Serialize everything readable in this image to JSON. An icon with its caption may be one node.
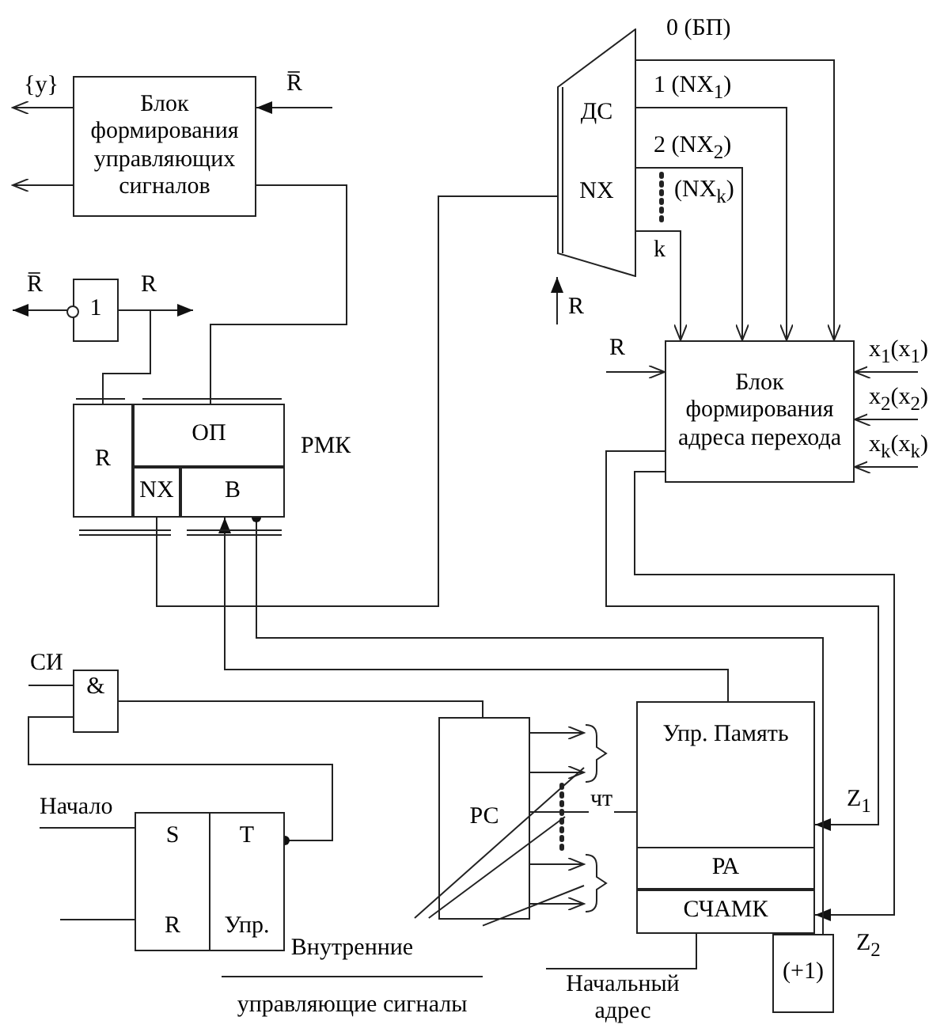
{
  "diagram": {
    "nodes": [
      {
        "text": [
          "Блок формирования управляющих сигналов"
        ]
      },
      {
        "text": [
          "ДС",
          "NX"
        ]
      },
      {
        "text": [
          "1"
        ]
      },
      {
        "text": [
          "Блок формирования адреса перехода"
        ]
      },
      {
        "text": [],
        "shape": "box",
        "beside": [
          "РМК"
        ]
      },
      {
        "text": [
          "R"
        ],
        "in": 4
      },
      {
        "text": [
          "ОП"
        ],
        "in": 4
      },
      {
        "text": [
          "NX"
        ],
        "in": 4
      },
      {
        "text": [
          "B"
        ],
        "in": 4
      },
      {
        "text": [
          "&"
        ]
      },
      {
        "text": [
          "РС"
        ]
      },
      {
        "text": [
          "Упр. Память"
        ]
      },
      {
        "text": [
          "РА"
        ],
        "in": 11
      },
      {
        "text": [
          "СЧАМК"
        ],
        "in": 11
      },
      {
        "text": [],
        "shape": "box"
      },
      {
        "text": [
          "S",
          "R"
        ],
        "in": 14
      },
      {
        "text": [
          "T",
          "Упр."
        ],
        "in": 14
      },
      {
        "text": [
          "(+1)"
        ]
      },
      {
        "text": [
          "Внутренние управляющие сигналы"
        ]
      },
      {
        "text": [],
        "shape": "brace"
      },
      {
        "text": [],
        "shape": "brace"
      }
    ],
    "edges": [
      {
        "from": 0,
        "to": null,
        "arrow": "to",
        "label": "{y}"
      },
      {
        "from": 0,
        "to": null,
        "arrow": "to"
      },
      {
        "from": null,
        "to": 0,
        "arrow": "to",
        "label": "R̅"
      },
      {
        "from": 0,
        "to": 6,
        "arrow": "none"
      },
      {
        "from": 2,
        "to": null,
        "arrow": "to",
        "label": "R̅"
      },
      {
        "from": 2,
        "to": null,
        "arrow": "to",
        "label": "R"
      },
      {
        "from": 2,
        "to": 5,
        "arrow": "none"
      },
      {
        "from": 7,
        "to": 1,
        "arrow": "none"
      },
      {
        "from": 1,
        "to": 3,
        "arrow": "to",
        "label": "0 (БП)"
      },
      {
        "from": 1,
        "to": 3,
        "arrow": "to",
        "label": "1 (NX$_{1}$)"
      },
      {
        "from": 1,
        "to": 3,
        "arrow": "to",
        "label": "2 (NX$_{2}$)"
      },
      {
        "from": 1,
        "to": 3,
        "arrow": "to",
        "label": "k"
      },
      {
        "from": null,
        "to": 1,
        "arrow": "to",
        "label": "R"
      },
      {
        "from": null,
        "to": 3,
        "arrow": "to",
        "label": "R"
      },
      {
        "from": null,
        "to": 3,
        "arrow": "to",
        "label": "x$_{1}$(x$_{1}$)"
      },
      {
        "from": null,
        "to": 3,
        "arrow": "to",
        "label": "x$_{2}$(x$_{2}$)"
      },
      {
        "from": null,
        "to": 3,
        "arrow": "to",
        "label": "x$_{k}$(x$_{k}$)"
      },
      {
        "from": 3,
        "to": 11,
        "arrow": "to",
        "label": "Z$_{1}$"
      },
      {
        "from": 3,
        "to": 13,
        "arrow": "to",
        "label": "Z$_{2}$"
      },
      {
        "from": 11,
        "to": 8,
        "arrow": "to"
      },
      {
        "from": 8,
        "to": 17,
        "arrow": "other"
      },
      {
        "from": null,
        "to": 9,
        "arrow": "none",
        "label": "СИ"
      },
      {
        "from": 16,
        "to": 9,
        "arrow": "other"
      },
      {
        "from": 9,
        "to": 10,
        "arrow": "none"
      },
      {
        "from": null,
        "to": 15,
        "arrow": "none",
        "label": "Начало"
      },
      {
        "from": null,
        "to": 15,
        "arrow": "none"
      },
      {
        "from": 10,
        "to": 19,
        "arrow": "to"
      },
      {
        "from": 10,
        "to": 19,
        "arrow": "to"
      },
      {
        "from": 10,
        "to": 20,
        "arrow": "to"
      },
      {
        "from": 10,
        "to": 20,
        "arrow": "to"
      },
      {
        "from": 11,
        "to": 10,
        "arrow": "none",
        "label": "чт"
      },
      {
        "from": 13,
        "to": null,
        "arrow": "none",
        "label": "Начальный адрес"
      },
      {
        "from": 18,
        "to": 19,
        "arrow": "none"
      },
      {
        "from": 18,
        "to": null,
        "arrow": "none"
      },
      {
        "from": 18,
        "to": 20,
        "arrow": "none"
      }
    ],
    "labels": [
      "(NX$_{k}$)"
    ]
  }
}
